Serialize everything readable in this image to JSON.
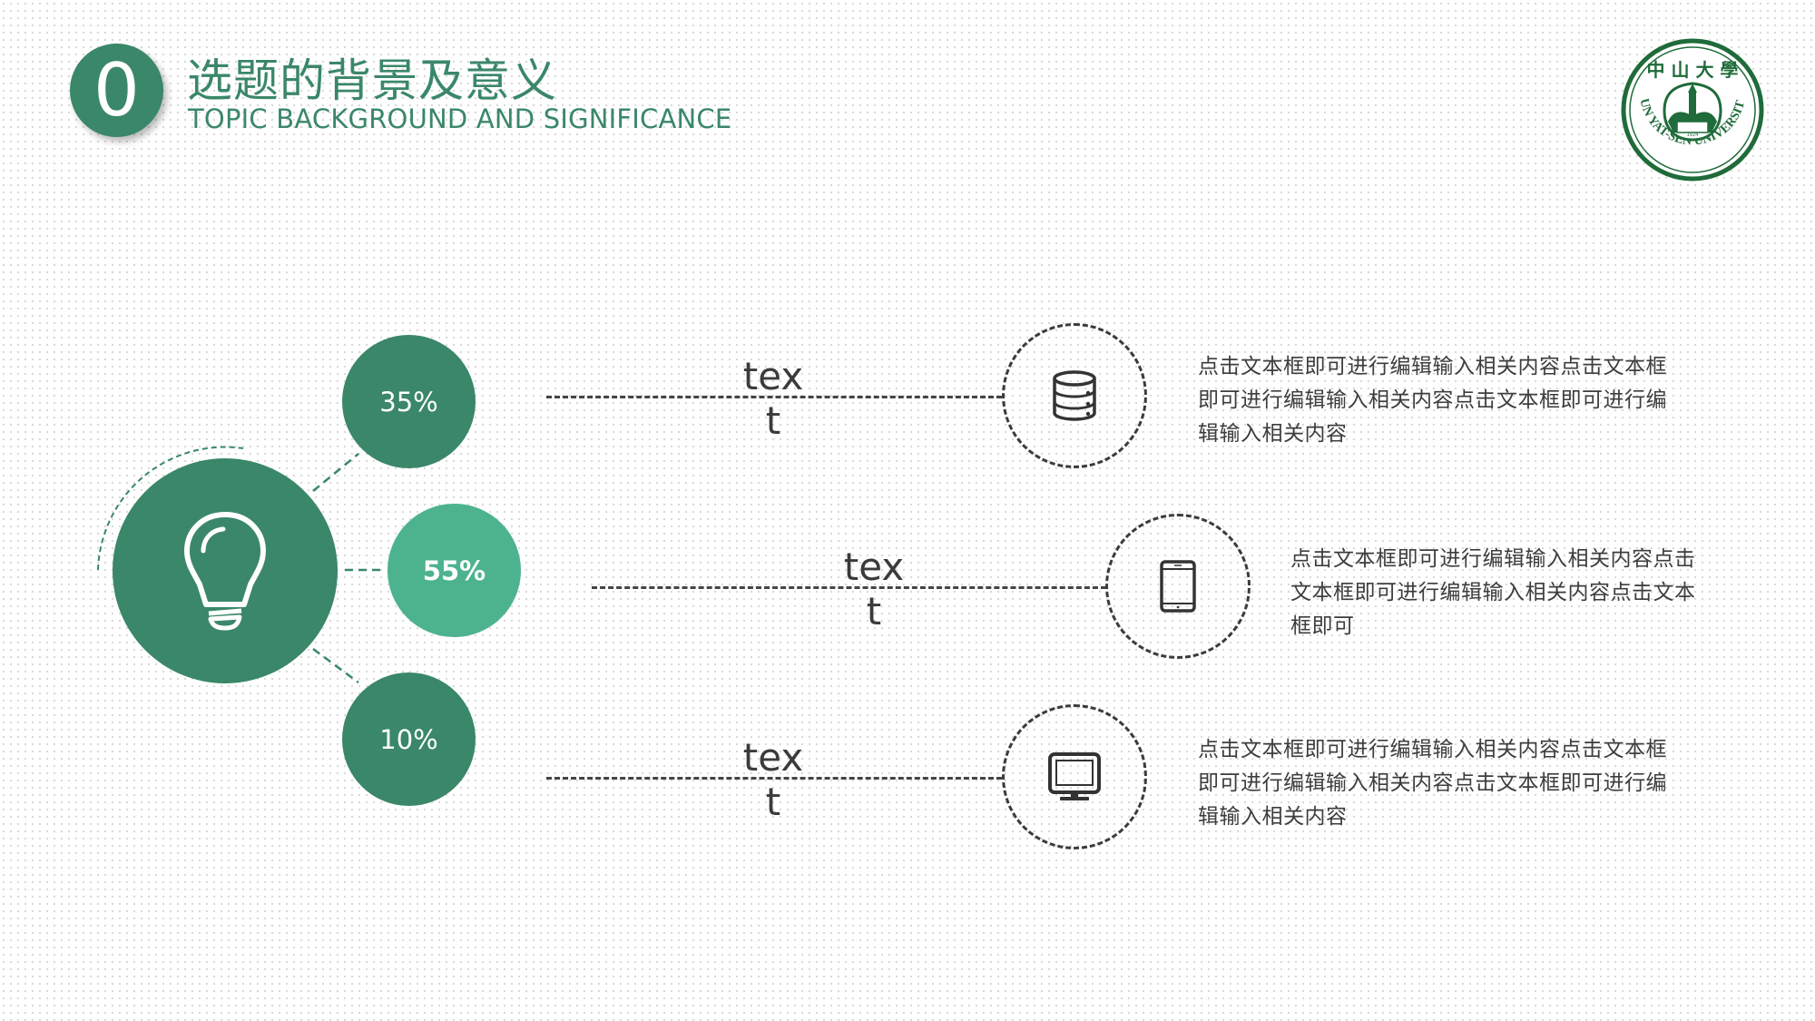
{
  "header": {
    "section_number": "0",
    "title_cn": "选题的背景及意义",
    "title_en": "TOPIC BACKGROUND AND SIGNIFICANCE",
    "logo": {
      "name": "sun-yat-sen-university-logo",
      "text_cn": "中山大学",
      "text_en": "SUN YAT-SEN UNIVERSITY",
      "year": "1924"
    }
  },
  "center_icon": "lightbulb-icon",
  "percentages": [
    {
      "label": "35%",
      "color": "#3a8769"
    },
    {
      "label": "55%",
      "color": "#4db38e"
    },
    {
      "label": "10%",
      "color": "#3a8769"
    }
  ],
  "rows": [
    {
      "label": "text",
      "icon": "database-icon",
      "description": "点击文本框即可进行编辑输入相关内容点击文本框即可进行编辑输入相关内容点击文本框即可进行编辑输入相关内容"
    },
    {
      "label": "text",
      "icon": "tablet-icon",
      "description": "点击文本框即可进行编辑输入相关内容点击文本框即可进行编辑输入相关内容点击文本框即可"
    },
    {
      "label": "text",
      "icon": "monitor-icon",
      "description": "点击文本框即可进行编辑输入相关内容点击文本框即可进行编辑输入相关内容点击文本框即可进行编辑输入相关内容"
    }
  ],
  "colors": {
    "primary_green": "#3a8769",
    "light_green": "#4db38e",
    "dark_text": "#3b3b3b",
    "logo_green": "#1f6b3a"
  }
}
